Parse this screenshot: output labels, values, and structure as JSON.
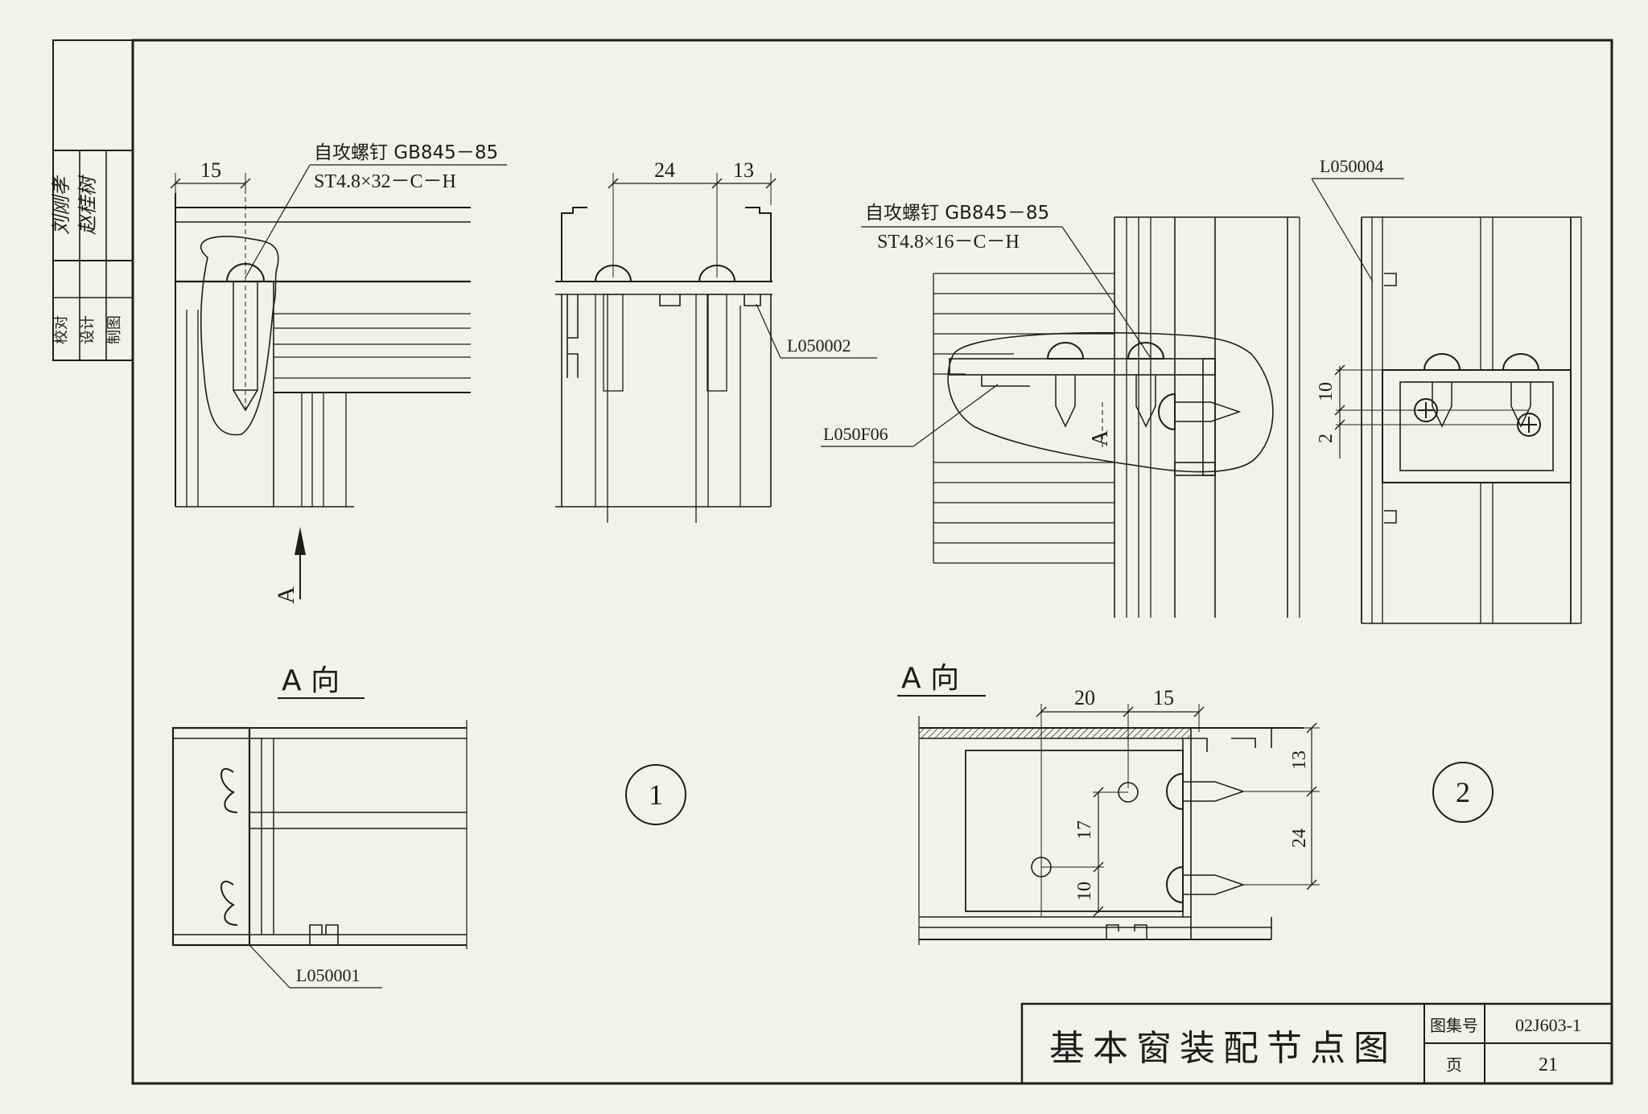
{
  "signature_block": {
    "rows": [
      {
        "role": "校对",
        "name": "刘刚孝"
      },
      {
        "role": "设计",
        "name": "赵桂树"
      },
      {
        "role": "制图",
        "name": ""
      }
    ]
  },
  "detail1": {
    "screw_label_line1": "自攻螺钉 GB845－85",
    "screw_label_line2": "ST4.8×32－C－H",
    "dim_left": "15",
    "dim_mid_a": "24",
    "dim_mid_b": "13",
    "part_mid": "L050002",
    "arrow_label": "A",
    "view_title": "A 向",
    "part_bottom": "L050001",
    "number": "1"
  },
  "detail2": {
    "screw_label_line1": "自攻螺钉 GB845－85",
    "screw_label_line2": "ST4.8×16－C－H",
    "part_left": "L050F06",
    "part_right": "L050004",
    "arrow_label": "A",
    "dim_right_a": "10",
    "dim_right_b": "2",
    "view_title": "A 向",
    "dim_top_a": "20",
    "dim_top_b": "15",
    "dim_side_a": "13",
    "dim_side_b": "24",
    "dim_v_a": "17",
    "dim_v_b": "10",
    "number": "2"
  },
  "title_block": {
    "title": "基本窗装配节点图",
    "atlas_label": "图集号",
    "atlas_no": "02J603-1",
    "page_label": "页",
    "page_no": "21"
  }
}
